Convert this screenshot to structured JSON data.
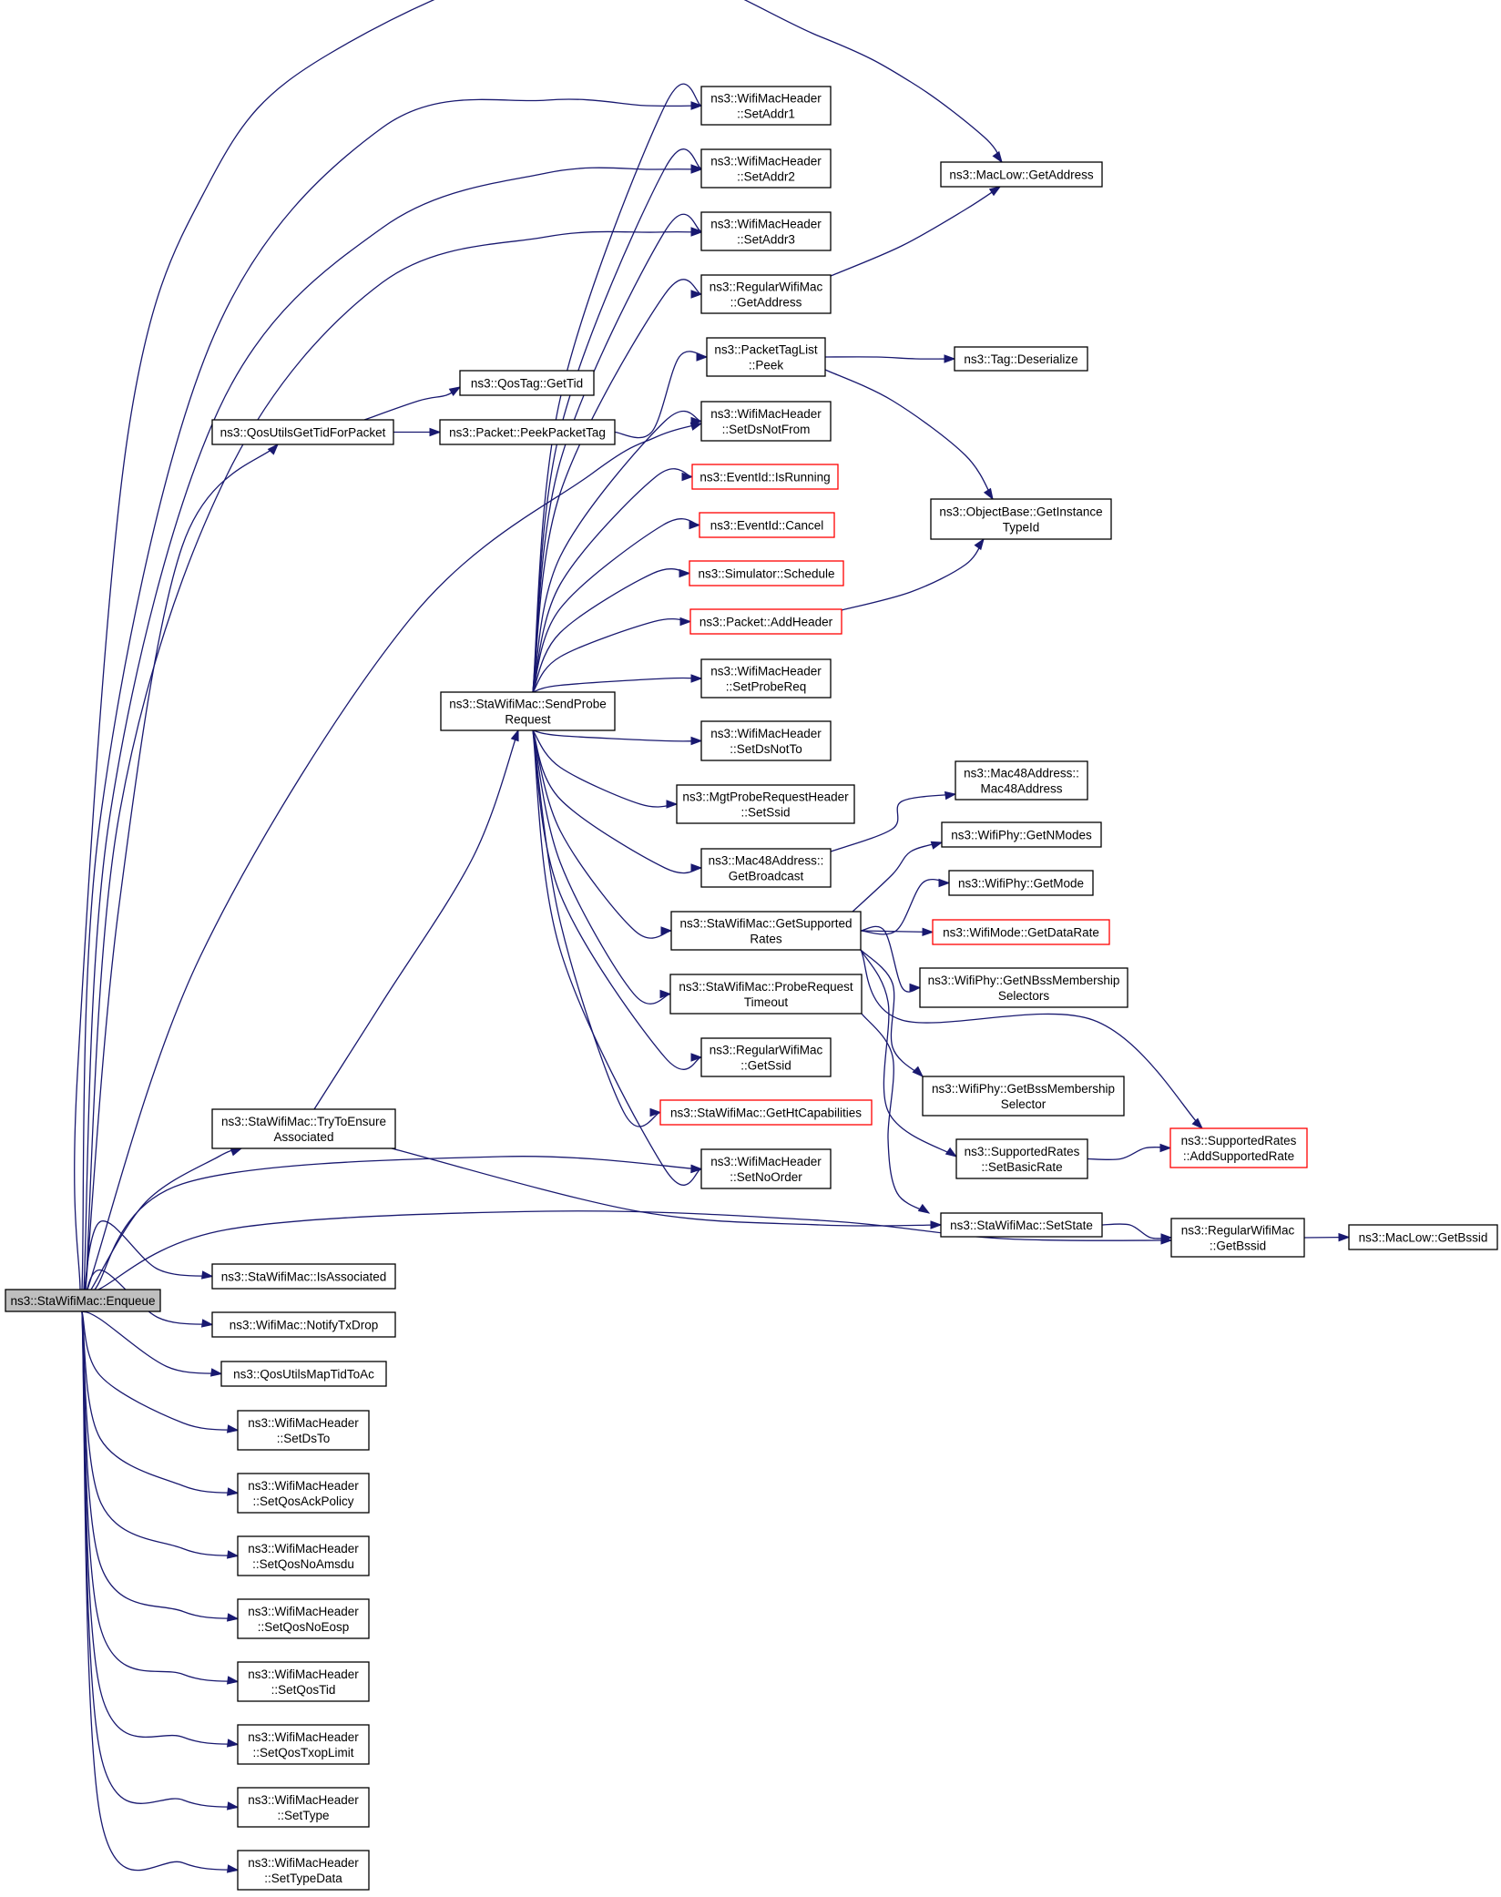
{
  "colors": {
    "edge": "#191970",
    "root_fill": "#bfbfbf",
    "border": "#000000",
    "incomplete_border": "#ff0000",
    "background": "#ffffff"
  },
  "nodes": [
    {
      "id": "enqueue",
      "label": [
        "ns3::StaWifiMac::Enqueue"
      ],
      "root": true
    },
    {
      "id": "setaddr1",
      "label": [
        "ns3::WifiMacHeader",
        "::SetAddr1"
      ]
    },
    {
      "id": "setaddr2",
      "label": [
        "ns3::WifiMacHeader",
        "::SetAddr2"
      ]
    },
    {
      "id": "setaddr3",
      "label": [
        "ns3::WifiMacHeader",
        "::SetAddr3"
      ]
    },
    {
      "id": "maclowgetaddr",
      "label": [
        "ns3::MacLow::GetAddress"
      ]
    },
    {
      "id": "regwifigetaddr",
      "label": [
        "ns3::RegularWifiMac",
        "::GetAddress"
      ]
    },
    {
      "id": "ptlpeek",
      "label": [
        "ns3::PacketTagList",
        "::Peek"
      ]
    },
    {
      "id": "tagdeser",
      "label": [
        "ns3::Tag::Deserialize"
      ]
    },
    {
      "id": "qostaggettid",
      "label": [
        "ns3::QosTag::GetTid"
      ]
    },
    {
      "id": "qosgettid",
      "label": [
        "ns3::QosUtilsGetTidForPacket"
      ]
    },
    {
      "id": "peekpkttag",
      "label": [
        "ns3::Packet::PeekPacketTag"
      ]
    },
    {
      "id": "setdsnotfrom",
      "label": [
        "ns3::WifiMacHeader",
        "::SetDsNotFrom"
      ]
    },
    {
      "id": "evrunning",
      "label": [
        "ns3::EventId::IsRunning"
      ],
      "incomplete": true
    },
    {
      "id": "objinst",
      "label": [
        "ns3::ObjectBase::GetInstance",
        "TypeId"
      ]
    },
    {
      "id": "evcancel",
      "label": [
        "ns3::EventId::Cancel"
      ],
      "incomplete": true
    },
    {
      "id": "simsched",
      "label": [
        "ns3::Simulator::Schedule"
      ],
      "incomplete": true
    },
    {
      "id": "addheader",
      "label": [
        "ns3::Packet::AddHeader"
      ],
      "incomplete": true
    },
    {
      "id": "sendprobe",
      "label": [
        "ns3::StaWifiMac::SendProbe",
        "Request"
      ]
    },
    {
      "id": "setprobereq",
      "label": [
        "ns3::WifiMacHeader",
        "::SetProbeReq"
      ]
    },
    {
      "id": "setdsnotto",
      "label": [
        "ns3::WifiMacHeader",
        "::SetDsNotTo"
      ]
    },
    {
      "id": "mac48ctor",
      "label": [
        "ns3::Mac48Address::",
        "Mac48Address"
      ]
    },
    {
      "id": "mgtsetssid",
      "label": [
        "ns3::MgtProbeRequestHeader",
        "::SetSsid"
      ]
    },
    {
      "id": "getnmodes",
      "label": [
        "ns3::WifiPhy::GetNModes"
      ]
    },
    {
      "id": "mac48bcast",
      "label": [
        "ns3::Mac48Address::",
        "GetBroadcast"
      ]
    },
    {
      "id": "getmode",
      "label": [
        "ns3::WifiPhy::GetMode"
      ]
    },
    {
      "id": "getsuprates",
      "label": [
        "ns3::StaWifiMac::GetSupported",
        "Rates"
      ]
    },
    {
      "id": "getdatarate",
      "label": [
        "ns3::WifiMode::GetDataRate"
      ],
      "incomplete": true
    },
    {
      "id": "getnbss",
      "label": [
        "ns3::WifiPhy::GetNBssMembership",
        "Selectors"
      ]
    },
    {
      "id": "probetimeout",
      "label": [
        "ns3::StaWifiMac::ProbeRequest",
        "Timeout"
      ]
    },
    {
      "id": "regwifigetssid",
      "label": [
        "ns3::RegularWifiMac",
        "::GetSsid"
      ]
    },
    {
      "id": "getbss",
      "label": [
        "ns3::WifiPhy::GetBssMembership",
        "Selector"
      ]
    },
    {
      "id": "gethtcap",
      "label": [
        "ns3::StaWifiMac::GetHtCapabilities"
      ],
      "incomplete": true
    },
    {
      "id": "tryassoc",
      "label": [
        "ns3::StaWifiMac::TryToEnsure",
        "Associated"
      ]
    },
    {
      "id": "setbasicrate",
      "label": [
        "ns3::SupportedRates",
        "::SetBasicRate"
      ]
    },
    {
      "id": "addsuprate",
      "label": [
        "ns3::SupportedRates",
        "::AddSupportedRate"
      ],
      "incomplete": true
    },
    {
      "id": "setnoorder",
      "label": [
        "ns3::WifiMacHeader",
        "::SetNoOrder"
      ]
    },
    {
      "id": "setstate",
      "label": [
        "ns3::StaWifiMac::SetState"
      ]
    },
    {
      "id": "regwifigetbssid",
      "label": [
        "ns3::RegularWifiMac",
        "::GetBssid"
      ]
    },
    {
      "id": "maclowgetbssid",
      "label": [
        "ns3::MacLow::GetBssid"
      ]
    },
    {
      "id": "isassoc",
      "label": [
        "ns3::StaWifiMac::IsAssociated"
      ]
    },
    {
      "id": "notifytxdrop",
      "label": [
        "ns3::WifiMac::NotifyTxDrop"
      ]
    },
    {
      "id": "qosmaptid",
      "label": [
        "ns3::QosUtilsMapTidToAc"
      ]
    },
    {
      "id": "setdsto",
      "label": [
        "ns3::WifiMacHeader",
        "::SetDsTo"
      ]
    },
    {
      "id": "setqosack",
      "label": [
        "ns3::WifiMacHeader",
        "::SetQosAckPolicy"
      ]
    },
    {
      "id": "setqosnoamsdu",
      "label": [
        "ns3::WifiMacHeader",
        "::SetQosNoAmsdu"
      ]
    },
    {
      "id": "setqosnoeosp",
      "label": [
        "ns3::WifiMacHeader",
        "::SetQosNoEosp"
      ]
    },
    {
      "id": "setqostid",
      "label": [
        "ns3::WifiMacHeader",
        "::SetQosTid"
      ]
    },
    {
      "id": "setqostxop",
      "label": [
        "ns3::WifiMacHeader",
        "::SetQosTxopLimit"
      ]
    },
    {
      "id": "settype",
      "label": [
        "ns3::WifiMacHeader",
        "::SetType"
      ]
    },
    {
      "id": "settypedata",
      "label": [
        "ns3::WifiMacHeader",
        "::SetTypeData"
      ]
    }
  ],
  "edges": [
    [
      "enqueue",
      "maclowgetaddr"
    ],
    [
      "enqueue",
      "setaddr1"
    ],
    [
      "enqueue",
      "setaddr2"
    ],
    [
      "enqueue",
      "setaddr3"
    ],
    [
      "enqueue",
      "qosgettid"
    ],
    [
      "enqueue",
      "setdsnotfrom"
    ],
    [
      "enqueue",
      "tryassoc"
    ],
    [
      "enqueue",
      "setnoorder"
    ],
    [
      "enqueue",
      "regwifigetbssid"
    ],
    [
      "enqueue",
      "isassoc"
    ],
    [
      "enqueue",
      "notifytxdrop"
    ],
    [
      "enqueue",
      "qosmaptid"
    ],
    [
      "enqueue",
      "setdsto"
    ],
    [
      "enqueue",
      "setqosack"
    ],
    [
      "enqueue",
      "setqosnoamsdu"
    ],
    [
      "enqueue",
      "setqosnoeosp"
    ],
    [
      "enqueue",
      "setqostid"
    ],
    [
      "enqueue",
      "setqostxop"
    ],
    [
      "enqueue",
      "settype"
    ],
    [
      "enqueue",
      "settypedata"
    ],
    [
      "qosgettid",
      "qostaggettid"
    ],
    [
      "qosgettid",
      "peekpkttag"
    ],
    [
      "peekpkttag",
      "ptlpeek"
    ],
    [
      "ptlpeek",
      "tagdeser"
    ],
    [
      "ptlpeek",
      "objinst"
    ],
    [
      "regwifigetaddr",
      "maclowgetaddr"
    ],
    [
      "addheader",
      "objinst"
    ],
    [
      "tryassoc",
      "sendprobe"
    ],
    [
      "tryassoc",
      "setstate"
    ],
    [
      "sendprobe",
      "setaddr1"
    ],
    [
      "sendprobe",
      "setaddr2"
    ],
    [
      "sendprobe",
      "setaddr3"
    ],
    [
      "sendprobe",
      "regwifigetaddr"
    ],
    [
      "sendprobe",
      "setdsnotfrom"
    ],
    [
      "sendprobe",
      "evrunning"
    ],
    [
      "sendprobe",
      "evcancel"
    ],
    [
      "sendprobe",
      "simsched"
    ],
    [
      "sendprobe",
      "addheader"
    ],
    [
      "sendprobe",
      "setprobereq"
    ],
    [
      "sendprobe",
      "setdsnotto"
    ],
    [
      "sendprobe",
      "mgtsetssid"
    ],
    [
      "sendprobe",
      "mac48bcast"
    ],
    [
      "sendprobe",
      "getsuprates"
    ],
    [
      "sendprobe",
      "probetimeout"
    ],
    [
      "sendprobe",
      "regwifigetssid"
    ],
    [
      "sendprobe",
      "gethtcap"
    ],
    [
      "sendprobe",
      "setnoorder"
    ],
    [
      "mac48bcast",
      "mac48ctor"
    ],
    [
      "getsuprates",
      "getnmodes"
    ],
    [
      "getsuprates",
      "getmode"
    ],
    [
      "getsuprates",
      "getdatarate"
    ],
    [
      "getsuprates",
      "getnbss"
    ],
    [
      "getsuprates",
      "getbss"
    ],
    [
      "getsuprates",
      "setbasicrate"
    ],
    [
      "getsuprates",
      "addsuprate"
    ],
    [
      "setbasicrate",
      "addsuprate"
    ],
    [
      "probetimeout",
      "setstate"
    ],
    [
      "setstate",
      "regwifigetbssid"
    ],
    [
      "regwifigetbssid",
      "maclowgetbssid"
    ]
  ]
}
